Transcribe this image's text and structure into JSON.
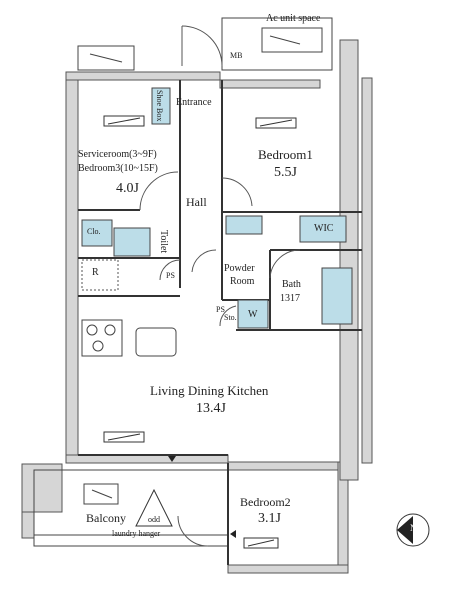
{
  "labels": {
    "ac_unit_space": "Ac unit space",
    "mb": "MB",
    "entrance": "Entrance",
    "shoe_box": "Shoe Box",
    "bedroom1": "Bedroom1",
    "bedroom1_area": "5.5J",
    "serviceroom_line1": "Serviceroom(3~9F)",
    "serviceroom_line2": "Bedroom3(10~15F)",
    "serviceroom_area": "4.0J",
    "hall": "Hall",
    "clo": "Clo.",
    "toilet": "Toilet",
    "wic": "WIC",
    "powder_line1": "Powder",
    "powder_line2": "Room",
    "bath_line1": "Bath",
    "bath_line2": "1317",
    "r": "R",
    "ps_top": "PS",
    "ps_bottom": "PS",
    "sto": "Sto.",
    "w": "W",
    "ldk": "Living Dining Kitchen",
    "ldk_area": "13.4J",
    "bedroom2": "Bedroom2",
    "bedroom2_area": "3.1J",
    "balcony": "Balcony",
    "odd": "odd",
    "laundry_hanger": "laundry  hanger",
    "north": "N"
  },
  "colors": {
    "wall": "#d6d6d6",
    "wall_line": "#555555",
    "fixture": "#bcdde8",
    "line": "#333333"
  }
}
